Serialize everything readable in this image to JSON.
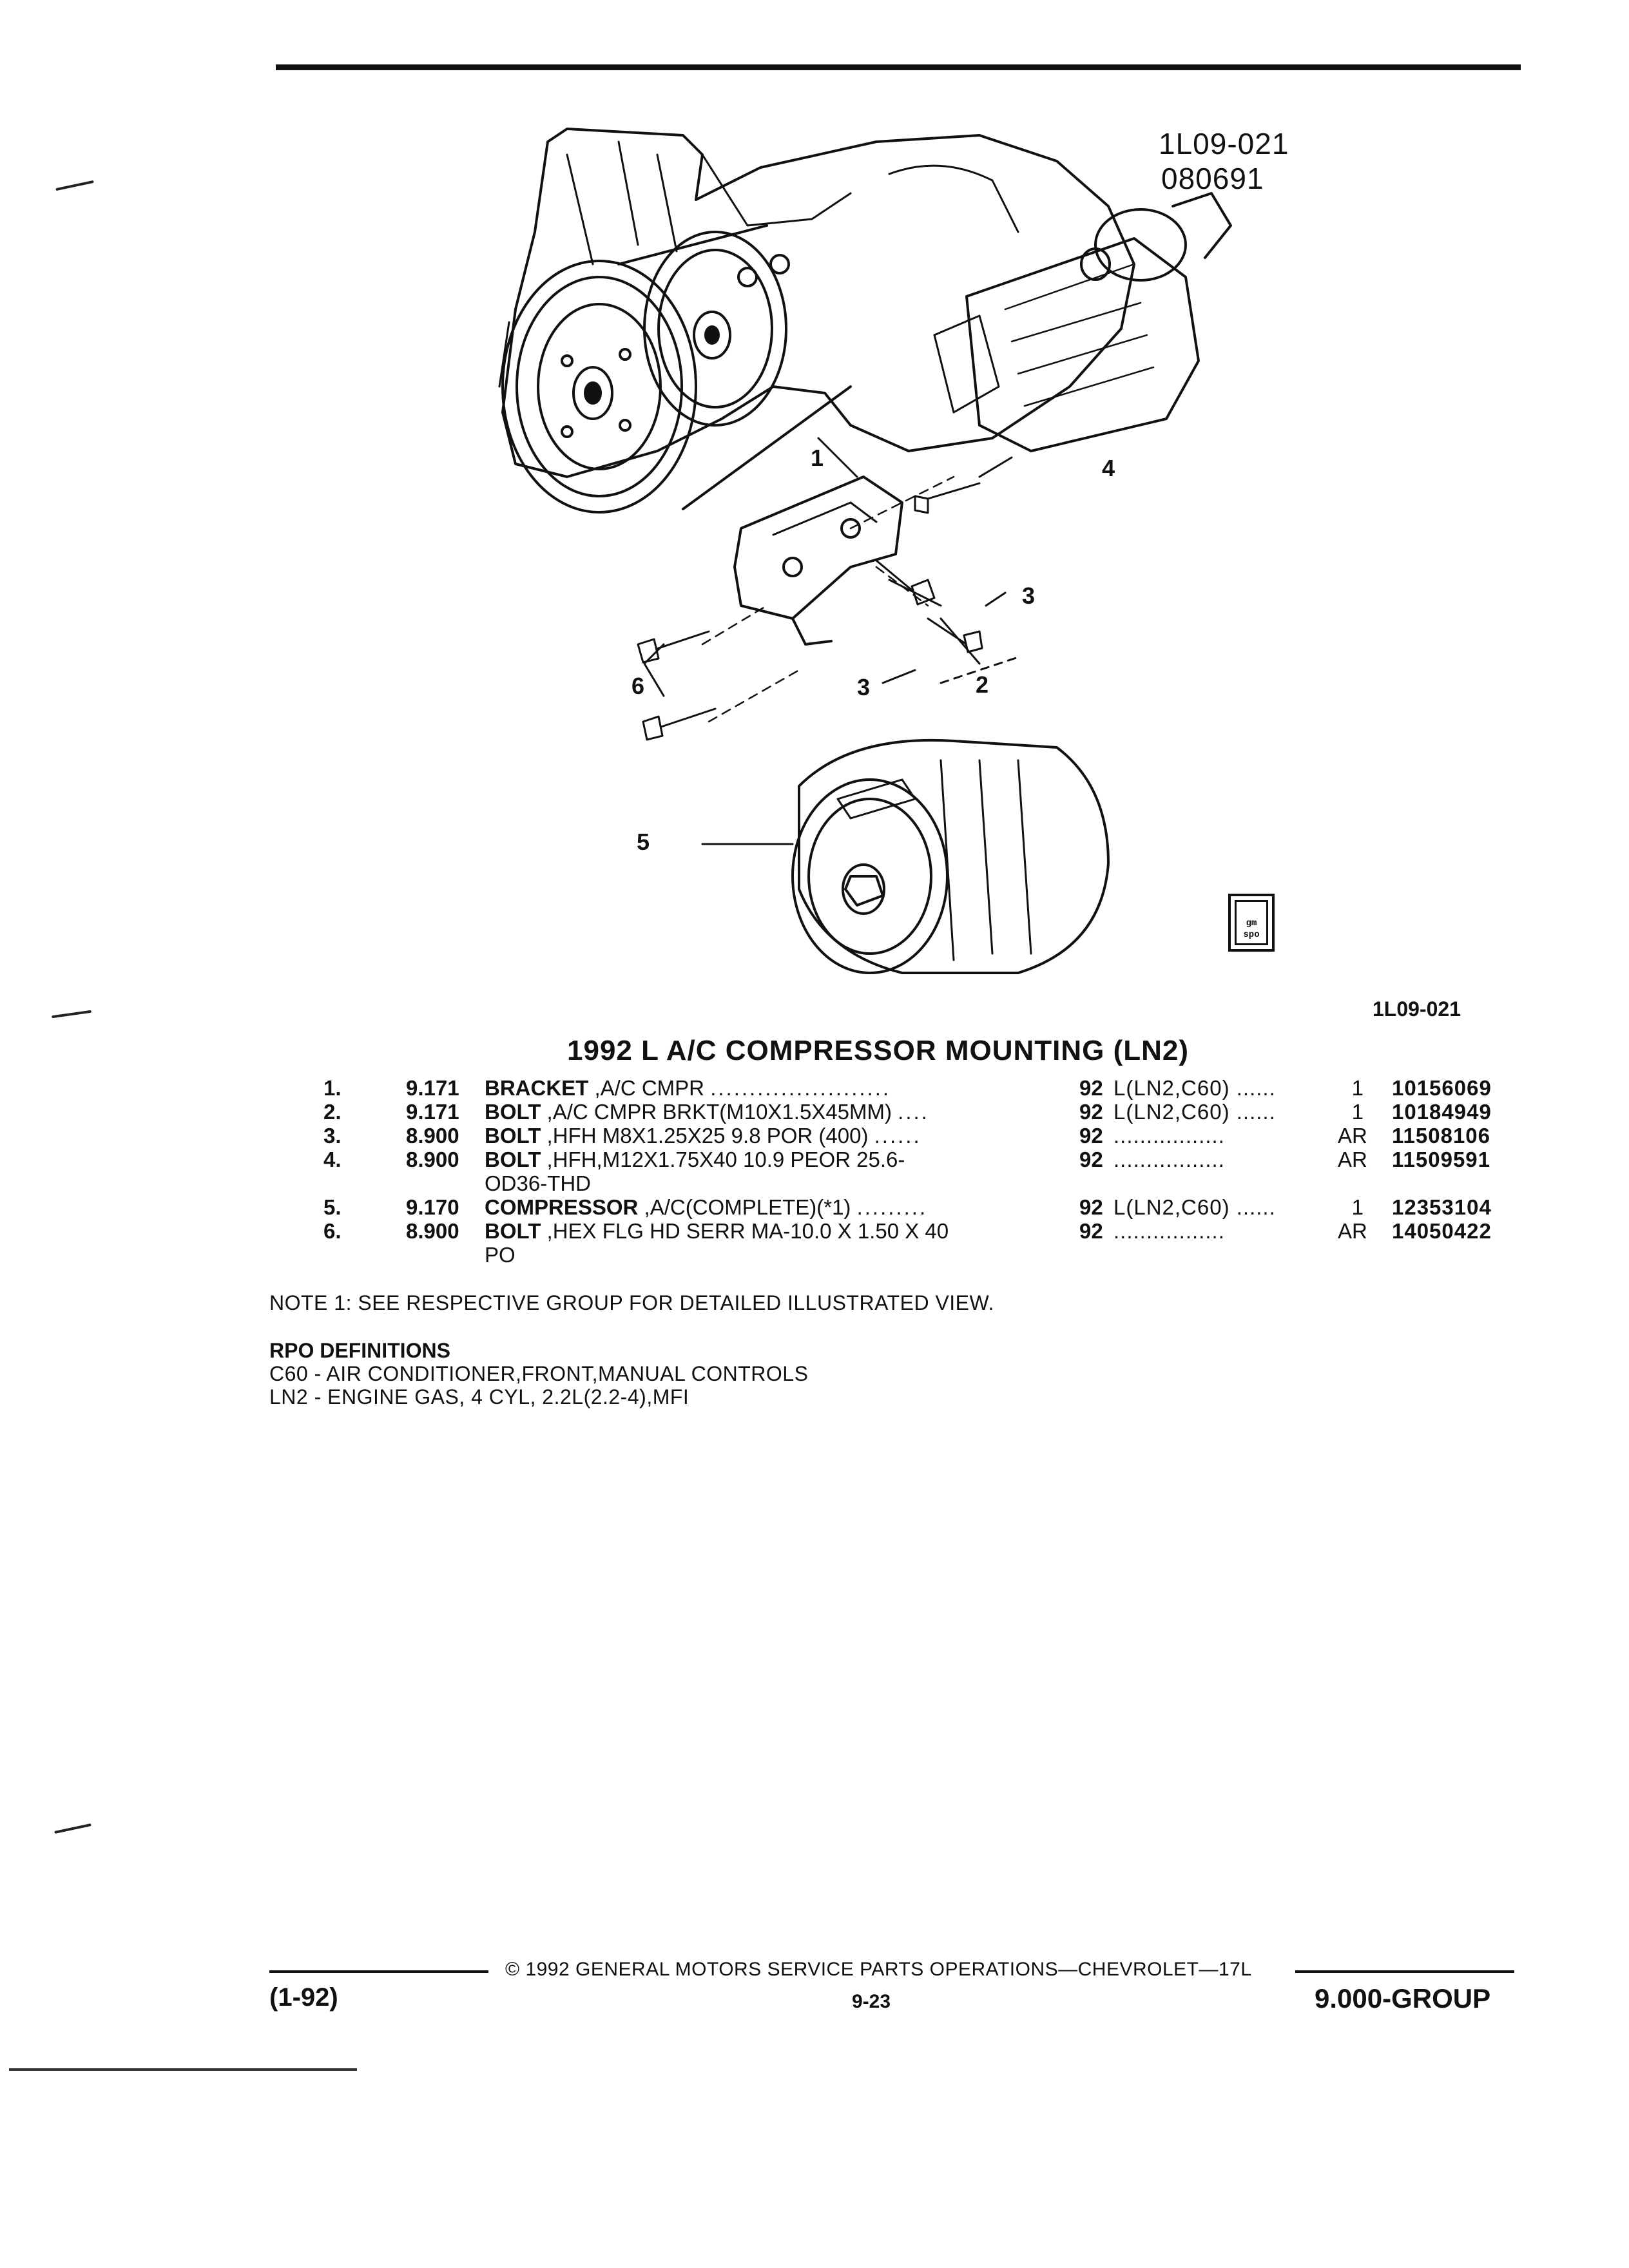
{
  "figure": {
    "code": "1L09-021",
    "date_code": "080691",
    "code_bottom": "1L09-021",
    "callouts": [
      "1",
      "2",
      "3",
      "3",
      "4",
      "5",
      "6"
    ],
    "logo_text": "gm spo"
  },
  "section_title": "1992 L A/C COMPRESSOR MOUNTING (LN2)",
  "parts": [
    {
      "no": "1.",
      "group": "9.171",
      "name": "BRACKET",
      "desc": ",A/C CMPR",
      "desc2": "",
      "dots": ".......................",
      "year": "92",
      "rpo": "L(LN2,C60)",
      "rpo_dots": "......",
      "qty": "1",
      "part_number": "10156069"
    },
    {
      "no": "2.",
      "group": "9.171",
      "name": "BOLT",
      "desc": ",A/C CMPR BRKT(M10X1.5X45MM)",
      "desc2": "",
      "dots": "....",
      "year": "92",
      "rpo": "L(LN2,C60)",
      "rpo_dots": "......",
      "qty": "1",
      "part_number": "10184949"
    },
    {
      "no": "3.",
      "group": "8.900",
      "name": "BOLT",
      "desc": ",HFH M8X1.25X25 9.8 POR (400)",
      "desc2": "",
      "dots": "......",
      "year": "92",
      "rpo": "",
      "rpo_dots": ".................",
      "qty": "AR",
      "part_number": "11508106"
    },
    {
      "no": "4.",
      "group": "8.900",
      "name": "BOLT",
      "desc": ",HFH,M12X1.75X40 10.9 PEOR 25.6-",
      "desc2": "OD36-THD",
      "dots": "",
      "year": "92",
      "rpo": "",
      "rpo_dots": ".................",
      "qty": "AR",
      "part_number": "11509591"
    },
    {
      "no": "5.",
      "group": "9.170",
      "name": "COMPRESSOR",
      "desc": ",A/C(COMPLETE)(*1)",
      "desc2": "",
      "dots": ".........",
      "year": "92",
      "rpo": "L(LN2,C60)",
      "rpo_dots": "......",
      "qty": "1",
      "part_number": "12353104"
    },
    {
      "no": "6.",
      "group": "8.900",
      "name": "BOLT",
      "desc": ",HEX FLG HD SERR MA-10.0 X 1.50 X 40",
      "desc2": "PO",
      "dots": "",
      "year": "92",
      "rpo": "",
      "rpo_dots": ".................",
      "qty": "AR",
      "part_number": "14050422"
    }
  ],
  "note": "NOTE  1:  SEE RESPECTIVE GROUP FOR DETAILED ILLUSTRATED VIEW.",
  "rpo_definitions": {
    "heading": "RPO DEFINITIONS",
    "lines": [
      "C60 - AIR CONDITIONER,FRONT,MANUAL CONTROLS",
      "LN2 - ENGINE GAS, 4 CYL, 2.2L(2.2-4),MFI"
    ]
  },
  "footer": {
    "copyright": "©  1992  GENERAL MOTORS SERVICE PARTS OPERATIONS—CHEVROLET—17L",
    "left": "(1-92)",
    "page": "9-23",
    "right": "9.000-GROUP"
  }
}
